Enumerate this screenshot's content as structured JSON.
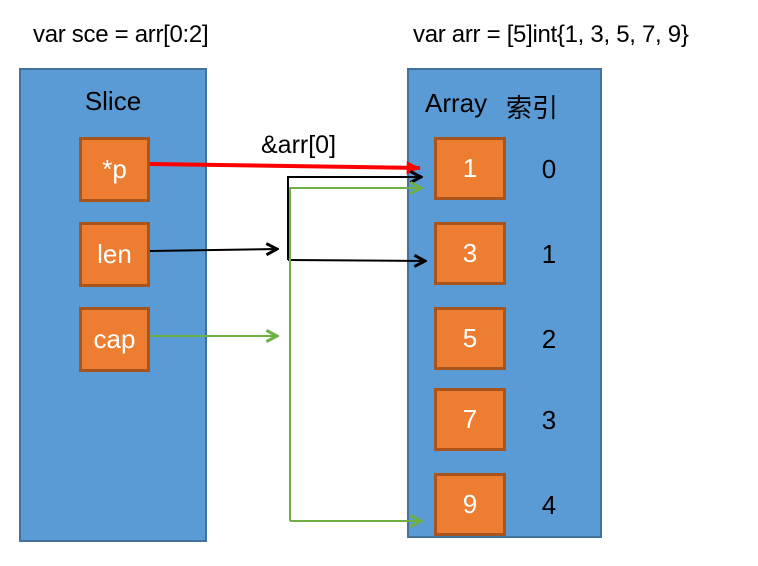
{
  "titles": {
    "left": "var sce = arr[0:2]",
    "right": "var arr = [5]int{1, 3, 5, 7, 9}"
  },
  "slice_box": {
    "label": "Slice",
    "fields": [
      {
        "label": "*p"
      },
      {
        "label": "len"
      },
      {
        "label": "cap"
      }
    ]
  },
  "array_box": {
    "label_array": "Array",
    "label_index": "索引",
    "elements": [
      {
        "value": "1",
        "index": "0"
      },
      {
        "value": "3",
        "index": "1"
      },
      {
        "value": "5",
        "index": "2"
      },
      {
        "value": "7",
        "index": "3"
      },
      {
        "value": "9",
        "index": "4"
      }
    ]
  },
  "arrow_label": "&arr[0]",
  "arrows": [
    {
      "name": "pointer-arrow",
      "from": "*p",
      "to": "element index 0",
      "color": "#fe0000"
    },
    {
      "name": "len-arrows",
      "from": "len",
      "to": "elements index 0..1",
      "color": "#000000"
    },
    {
      "name": "cap-arrows",
      "from": "cap",
      "to": "elements index 0..4",
      "color": "#6fb045"
    }
  ],
  "colors": {
    "blue-fill": "#5b9bd5",
    "blue-border": "#41719c",
    "orange-fill": "#ed7d31",
    "orange-border": "#a8541c",
    "arrow-red": "#fe0000",
    "arrow-black": "#000000",
    "arrow-green": "#6fb045",
    "text-dark": "#000000",
    "text-light": "#ffffff"
  }
}
